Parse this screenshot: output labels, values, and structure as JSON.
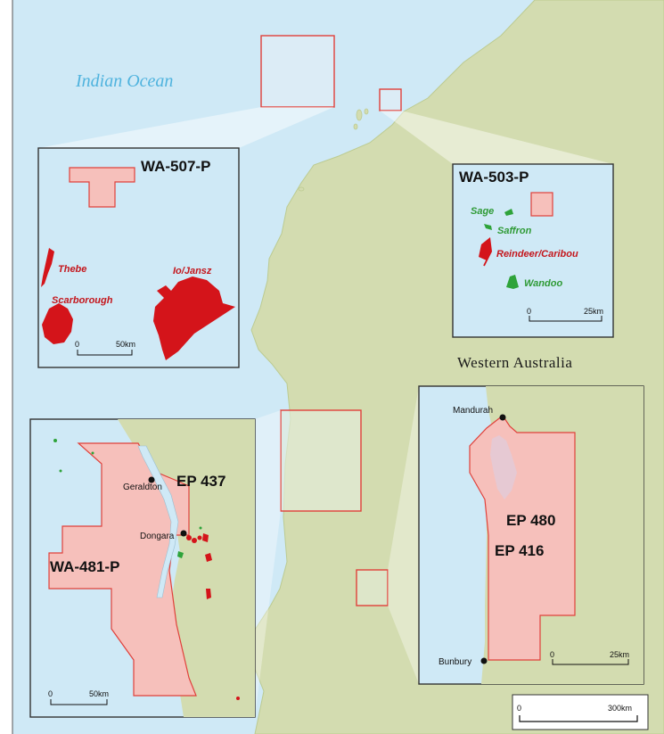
{
  "map": {
    "ocean_label": "Indian Ocean",
    "land_label": "Western Australia",
    "scale_main": {
      "zero": "0",
      "end": "300km"
    }
  },
  "colors": {
    "ocean": "#cfe9f6",
    "land": "#d3dcb0",
    "permit_fill": "#f6c0bb",
    "permit_stroke": "#e0403a",
    "field_red": "#d4141a",
    "field_green": "#2ea33a",
    "label_red": "#c4161c",
    "label_green": "#2e9a35",
    "ocean_text": "#4fb3de"
  },
  "insets": {
    "wa507": {
      "title": "WA-507-P",
      "fields": [
        "Thebe",
        "Scarborough",
        "Io/Jansz"
      ],
      "scale": {
        "zero": "0",
        "end": "50km"
      }
    },
    "wa503": {
      "title": "WA-503-P",
      "fields": [
        "Sage",
        "Saffron",
        "Reindeer/Caribou",
        "Wandoo"
      ],
      "scale": {
        "zero": "0",
        "end": "25km"
      }
    },
    "wa481": {
      "titles": [
        "EP 437",
        "WA-481-P"
      ],
      "towns": [
        "Geraldton",
        "Dongara"
      ],
      "scale": {
        "zero": "0",
        "end": "50km"
      }
    },
    "ep480": {
      "titles": [
        "EP 480",
        "EP 416"
      ],
      "towns": [
        "Mandurah",
        "Bunbury"
      ],
      "scale": {
        "zero": "0",
        "end": "25km"
      }
    }
  }
}
